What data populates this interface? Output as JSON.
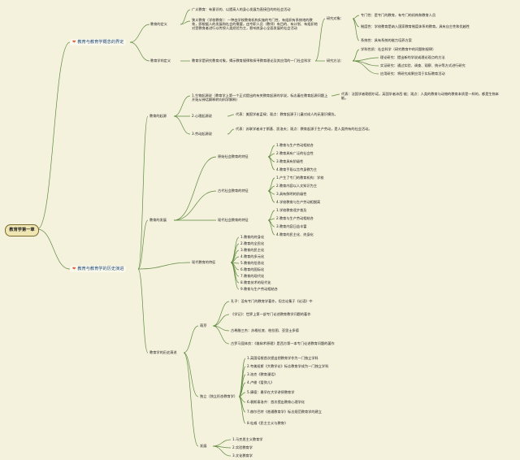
{
  "root": {
    "label": "教育学第一章"
  },
  "branch1": {
    "title": "教育与教育学概念的界定",
    "education_def": {
      "label": "教育的定义",
      "broad": "广义教育：有意识的、以提高人的身心发展为直接目的的社会活动",
      "narrow": "狭义教育（学校教育）：一种由学校教育机构实施的专门性、有组织有系统地的教育，即根据人的发展和社会的需要，由专职人员（教师）有目的、有计划、有组织地对受教育者进行以传授人类经验为主，影响其身心全面发展的社会活动"
    },
    "pedagogy_def": {
      "label": "教育学的定义",
      "text": "教育学是研究教育对象，揭示教育规律和探寻教育理论及其应用的一门社会科学",
      "research_objects": {
        "label": "研究对象：",
        "items": [
          "专门性：是专门的教育，有专门的机构和教育人员",
          "制度性：学校教育是纳入国家教育制度体系的教育。具有自主性和优越性",
          "系统性：具有系统的能力培养方案"
        ]
      },
      "features": {
        "label": "研究方法：",
        "items": [
          "学科性质：社会科学（研究教育中的问题和规律）",
          "理论研究：提出新的学说或理论观点的方法",
          "实证研究：通过实验、调查、观察、统计等方式进行研究",
          "应用研究：将研究成果应用于实际教育活动"
        ]
      }
    }
  },
  "branch2": {
    "title": "教育与教育学的历史演进",
    "origin": {
      "label": "教育的起源",
      "items": [
        {
          "label": "1.生物起源说（教育学上第一个正式提出的有关教育起源的学说，标志着在教育起源问题上开始从神话解释转向科学解释）",
          "note": "代表：法国学者勒图尔诺，英国学者沛西·能；观点：人类的教育与动物的教育本质是一样的，都是生物本能。"
        },
        {
          "label": "2.心理起源说",
          "note": "代表：美国学者孟禄；观点：教育起源于儿童对成人的无意识模仿。"
        },
        {
          "label": "3.劳动起源说",
          "note": "代表：苏联学者米丁斯基、凯洛夫；观点：教育起源于生产劳动，是人类特有的社会活动。"
        }
      ]
    },
    "development": {
      "label": "教育的发展",
      "groups": [
        {
          "label": "原始社会教育的特征",
          "items": [
            "1.教育与生产劳动相结合",
            "2.教育具有广泛的社会性",
            "3.教育具有阶级性",
            "4.教育手段以言传身教为主"
          ]
        },
        {
          "label": "古代社会教育的特征",
          "items": [
            "1.产生了专门的教育机构：学校",
            "2.教育内容以人文知识为主",
            "3.具有鲜明的阶级性",
            "4.学校教育与生产劳动相脱离"
          ]
        },
        {
          "label": "现代社会教育的特征",
          "items": [
            "1.学校教育逐步普及",
            "2.教育与生产劳动相结合",
            "3.教育内容日益丰富",
            "4.教育的民主化、终身化"
          ]
        }
      ]
    },
    "trends": {
      "label": "现代教育的特征",
      "items": [
        "1.教育的终身化",
        "2.教育的全民化",
        "3.教育的民主化",
        "4.教育的多元化",
        "5.教育的信息化",
        "6.教育的国际化",
        "7.教育的现代化",
        "8.教育技术的现代化",
        "9.教育与生产劳动相结合"
      ]
    },
    "history": {
      "label": "教育学的历史演进",
      "sprout": {
        "label": "萌芽",
        "items": [
          "孔子：没有专门的教育学著作，但言论集于《论语》中",
          "《学记》：世界上第一部专门论述教育教学问题的著作",
          "古希腊三杰：苏格拉底、柏拉图、亚里士多德",
          "古罗马昆体良：《雄辩术原理》是西方第一本专门论述教育问题的著作"
        ]
      },
      "independent": {
        "label": "独立（独立形态教育学）",
        "items": [
          "1.英国培根首次提出把教育学作为一门独立学科",
          "2.夸美纽斯《大教学论》标志教育学成为一门独立学科",
          "3.洛克《教育漫话》",
          "4.卢梭《爱弥儿》",
          "5.康德：最早在大学讲授教育学",
          "6.裴斯泰洛齐：首次提出教育心理学化",
          "7.赫尔巴特《普通教育学》标志规范教育学的建立",
          "8.杜威《民主主义与教育》"
        ]
      },
      "growth": {
        "label": "发展",
        "items": [
          "1.马克思主义教育学",
          "2.实验教育学",
          "3.文化教育学"
        ]
      }
    }
  }
}
